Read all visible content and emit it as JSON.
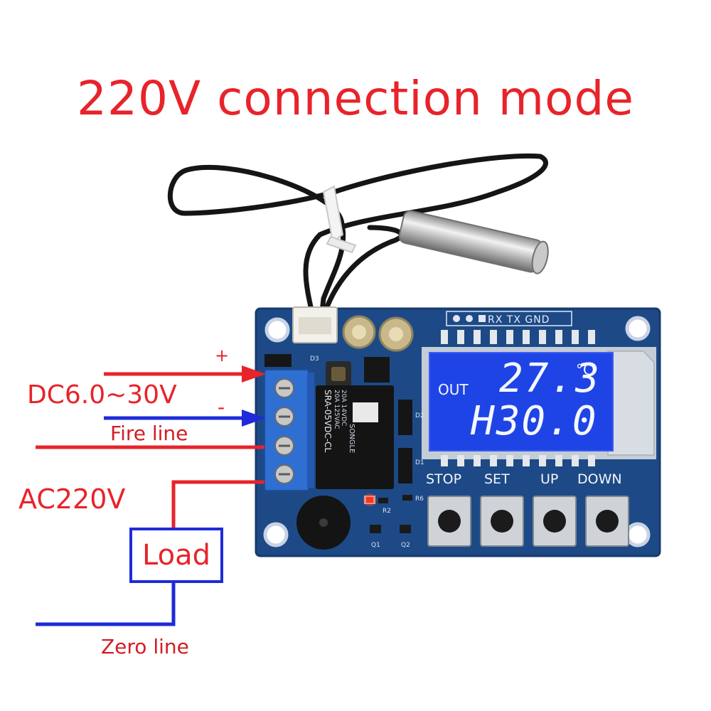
{
  "title": "220V connection mode",
  "labels": {
    "dc_input": "DC6.0~30V",
    "plus": "+",
    "minus": "-",
    "fire_line": "Fire line",
    "ac_input": "AC220V",
    "load": "Load",
    "zero_line": "Zero line"
  },
  "board": {
    "pin_header": "RX TX GND",
    "buttons": [
      "STOP",
      "SET",
      "UP",
      "DOWN"
    ],
    "lcd": {
      "out_label": "OUT",
      "temperature": "27.3",
      "unit": "°C",
      "setpoint": "H30.0"
    },
    "relay_text": [
      "SONGLE",
      "SRA-05VDC-CL",
      "20A 14VDC",
      "20A 125VAC"
    ],
    "silkscreen": [
      "D3",
      "D2",
      "D1",
      "R6",
      "R2",
      "Q1",
      "Q2"
    ]
  },
  "colors": {
    "red_wire": "#e8232a",
    "blue_wire": "#1f2bd8",
    "pcb": "#1d4a86",
    "lcd": "#1f44e6",
    "terminal": "#2e6fd1"
  }
}
